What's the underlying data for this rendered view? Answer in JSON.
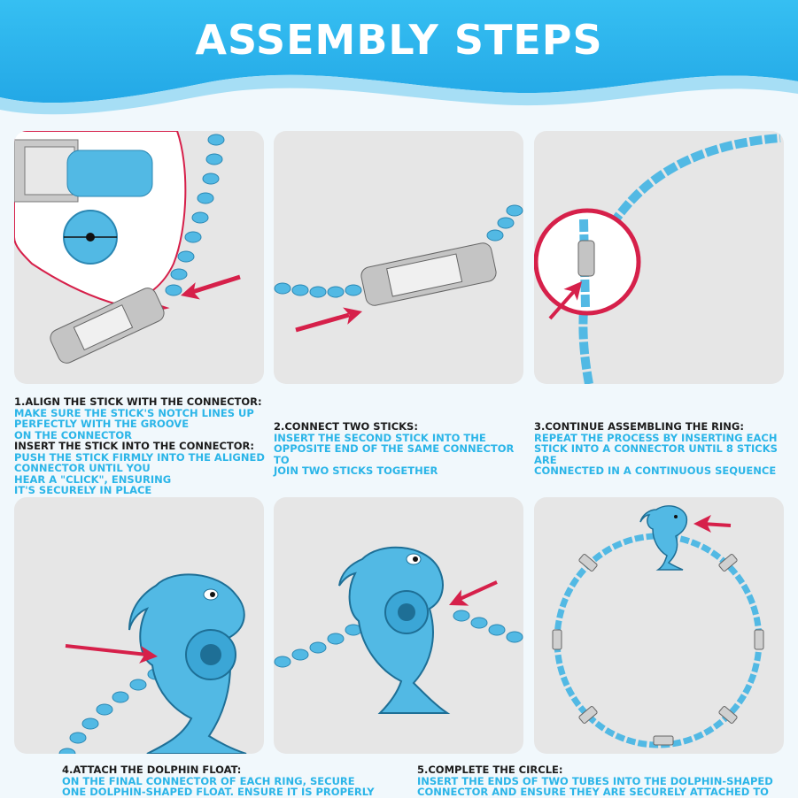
{
  "header": {
    "title": "ASSEMBLY STEPS"
  },
  "colors": {
    "header_blue": "#2fb8ef",
    "accent_blue": "#2bb5e8",
    "arrow_red": "#d6204a",
    "bead_blue": "#52b9e4",
    "panel_gray": "#e6e6e6"
  },
  "steps": [
    {
      "heading": "1.ALIGN THE STICK WITH THE CONNECTOR:",
      "body_1": "MAKE SURE THE STICK'S NOTCH LINES UP",
      "body_2": "PERFECTLY WITH THE GROOVE",
      "body_3": "ON THE CONNECTOR",
      "heading_2": "INSERT THE STICK INTO THE CONNECTOR:",
      "body_4": "PUSH THE STICK FIRMLY INTO THE ALIGNED",
      "body_5": "CONNECTOR UNTIL YOU",
      "body_6": "HEAR A \"CLICK\", ENSURING",
      "body_7": "IT'S SECURELY IN PLACE"
    },
    {
      "heading": "2.CONNECT TWO STICKS:",
      "body_1": "INSERT THE SECOND STICK INTO THE",
      "body_2": "OPPOSITE END OF THE SAME CONNECTOR TO",
      "body_3": "JOIN TWO STICKS TOGETHER"
    },
    {
      "heading": "3.CONTINUE ASSEMBLING THE RING:",
      "body_1": "REPEAT THE PROCESS BY INSERTING EACH",
      "body_2": "STICK INTO A CONNECTOR UNTIL 8 STICKS ARE",
      "body_3": "CONNECTED IN A CONTINUOUS SEQUENCE"
    },
    {
      "heading": "4.ATTACH THE DOLPHIN FLOAT:",
      "body_1": "ON THE FINAL CONNECTOR OF EACH RING, SECURE",
      "body_2": "ONE DOLPHIN-SHAPED FLOAT. ENSURE IT IS PROPERLY"
    },
    {
      "heading": "5.COMPLETE THE CIRCLE:",
      "body_1": "INSERT THE ENDS OF TWO TUBES INTO THE DOLPHIN-SHAPED",
      "body_2": "CONNECTOR AND ENSURE THEY ARE SECURELY ATTACHED TO"
    }
  ]
}
